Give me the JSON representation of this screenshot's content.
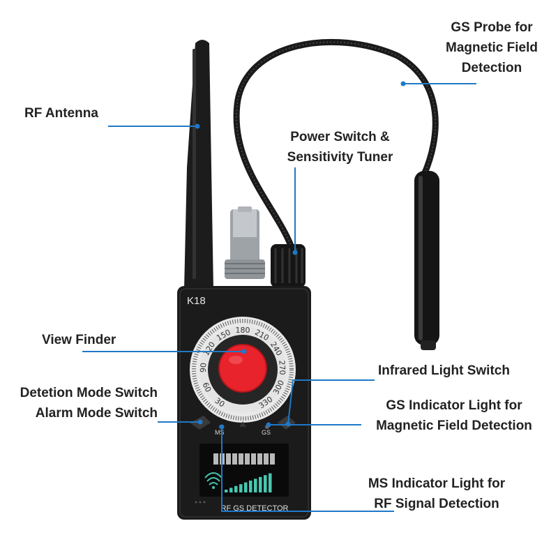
{
  "device": {
    "model": "K18",
    "panel_text": "RF GS DETECTOR",
    "ms_label": "MS",
    "gs_label": "GS",
    "dial_numbers": [
      "30",
      "60",
      "90",
      "120",
      "150",
      "180",
      "210",
      "240",
      "270",
      "300",
      "330"
    ],
    "lens_color": "#e8232b",
    "body_color": "#1b1b1b",
    "meter_color": "#47c8b2"
  },
  "callouts": {
    "gs_probe": [
      "GS Probe for",
      "Magnetic Field",
      "Detection"
    ],
    "rf_antenna": [
      "RF Antenna"
    ],
    "power_switch": [
      "Power Switch &",
      "Sensitivity Tuner"
    ],
    "view_finder": [
      "View Finder"
    ],
    "infrared_switch": [
      "Infrared Light Switch"
    ],
    "detection_mode": [
      "Detetion Mode Switch",
      "Alarm Mode Switch"
    ],
    "gs_indicator": [
      "GS Indicator Light for",
      "Magnetic Field Detection"
    ],
    "ms_indicator": [
      "MS Indicator Light for",
      "RF Signal Detection"
    ]
  },
  "leader_color": "#1f78c8"
}
